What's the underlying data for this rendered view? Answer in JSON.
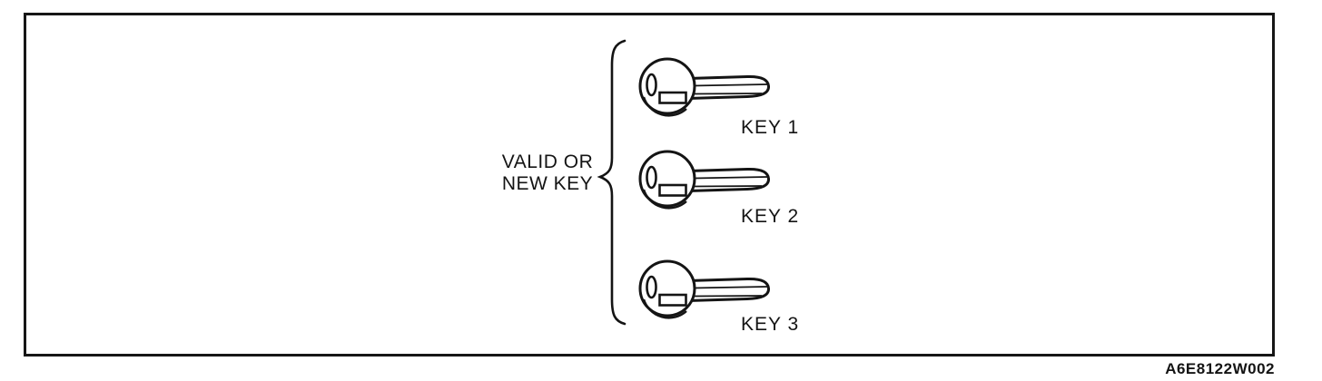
{
  "diagram": {
    "title": "immobilizer-valid-keys-diagram",
    "brace_label": {
      "lines": [
        "VALID OR",
        "NEW KEY"
      ]
    },
    "keys": [
      {
        "label": "KEY 1"
      },
      {
        "label": "KEY 2"
      },
      {
        "label": "KEY 3"
      }
    ],
    "figure_code": "A6E8122W002",
    "colors": {
      "ink": "#141414",
      "background": "#ffffff"
    }
  }
}
